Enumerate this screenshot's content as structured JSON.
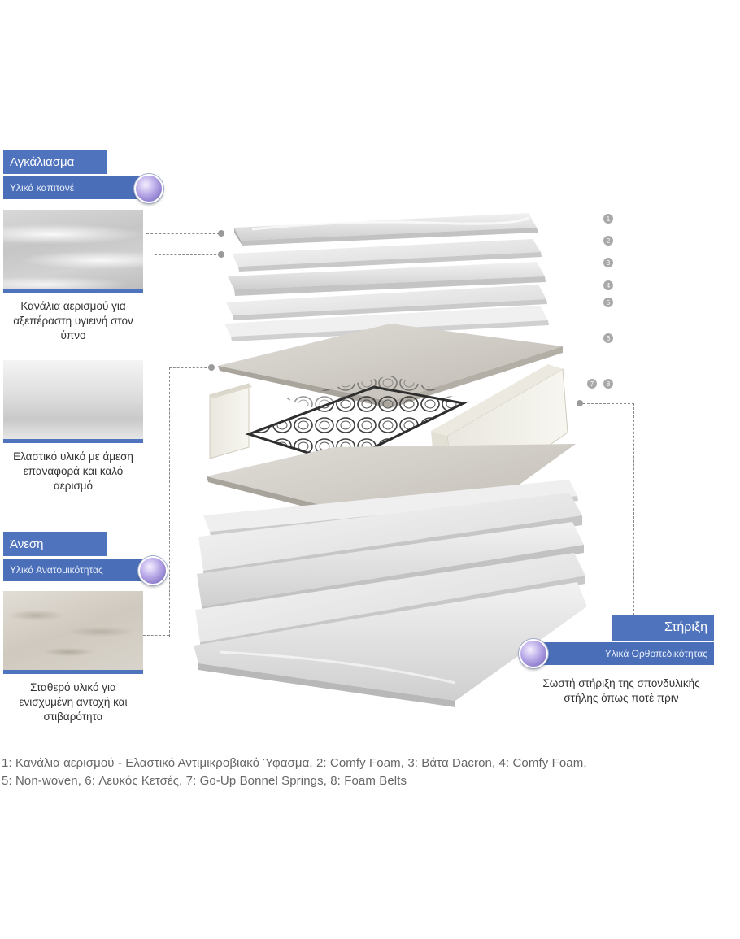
{
  "sections": {
    "embrace": {
      "title": "Αγκάλιασμα",
      "subtitle": "Υλικά καπιτονέ",
      "swatch1_caption": "Κανάλια αερισμού για αξεπέραστη υγιεινή στον ύπνο",
      "swatch2_caption": "Ελαστικό υλικό με άμεση επαναφορά και καλό αερισμό"
    },
    "comfort": {
      "title": "Άνεση",
      "subtitle": "Υλικά Ανατομικότητας",
      "swatch_caption": "Σταθερό υλικό για ενισχυμένη αντοχή και στιβαρότητα"
    },
    "support": {
      "title": "Στήριξη",
      "subtitle": "Υλικά Ορθοπεδικότητας",
      "caption": "Σωστή στήριξη της σπονδυλικής στήλης όπως ποτέ πριν"
    }
  },
  "layer_numbers": [
    "1",
    "2",
    "3",
    "4",
    "5",
    "6",
    "7",
    "8"
  ],
  "legend": {
    "line1": "1: Κανάλια αερισμού - Ελαστικό Αντιμικροβιακό Ύφασμα, 2: Comfy Foam, 3: Βάτα Dacron, 4: Comfy Foam,",
    "line2": "5: Non-woven, 6: Λευκός Κετσές, 7: Go-Up Bonnel Springs, 8: Foam Belts"
  },
  "colors": {
    "header_blue": "#4f73bd",
    "badge": "#8a7bd0"
  }
}
